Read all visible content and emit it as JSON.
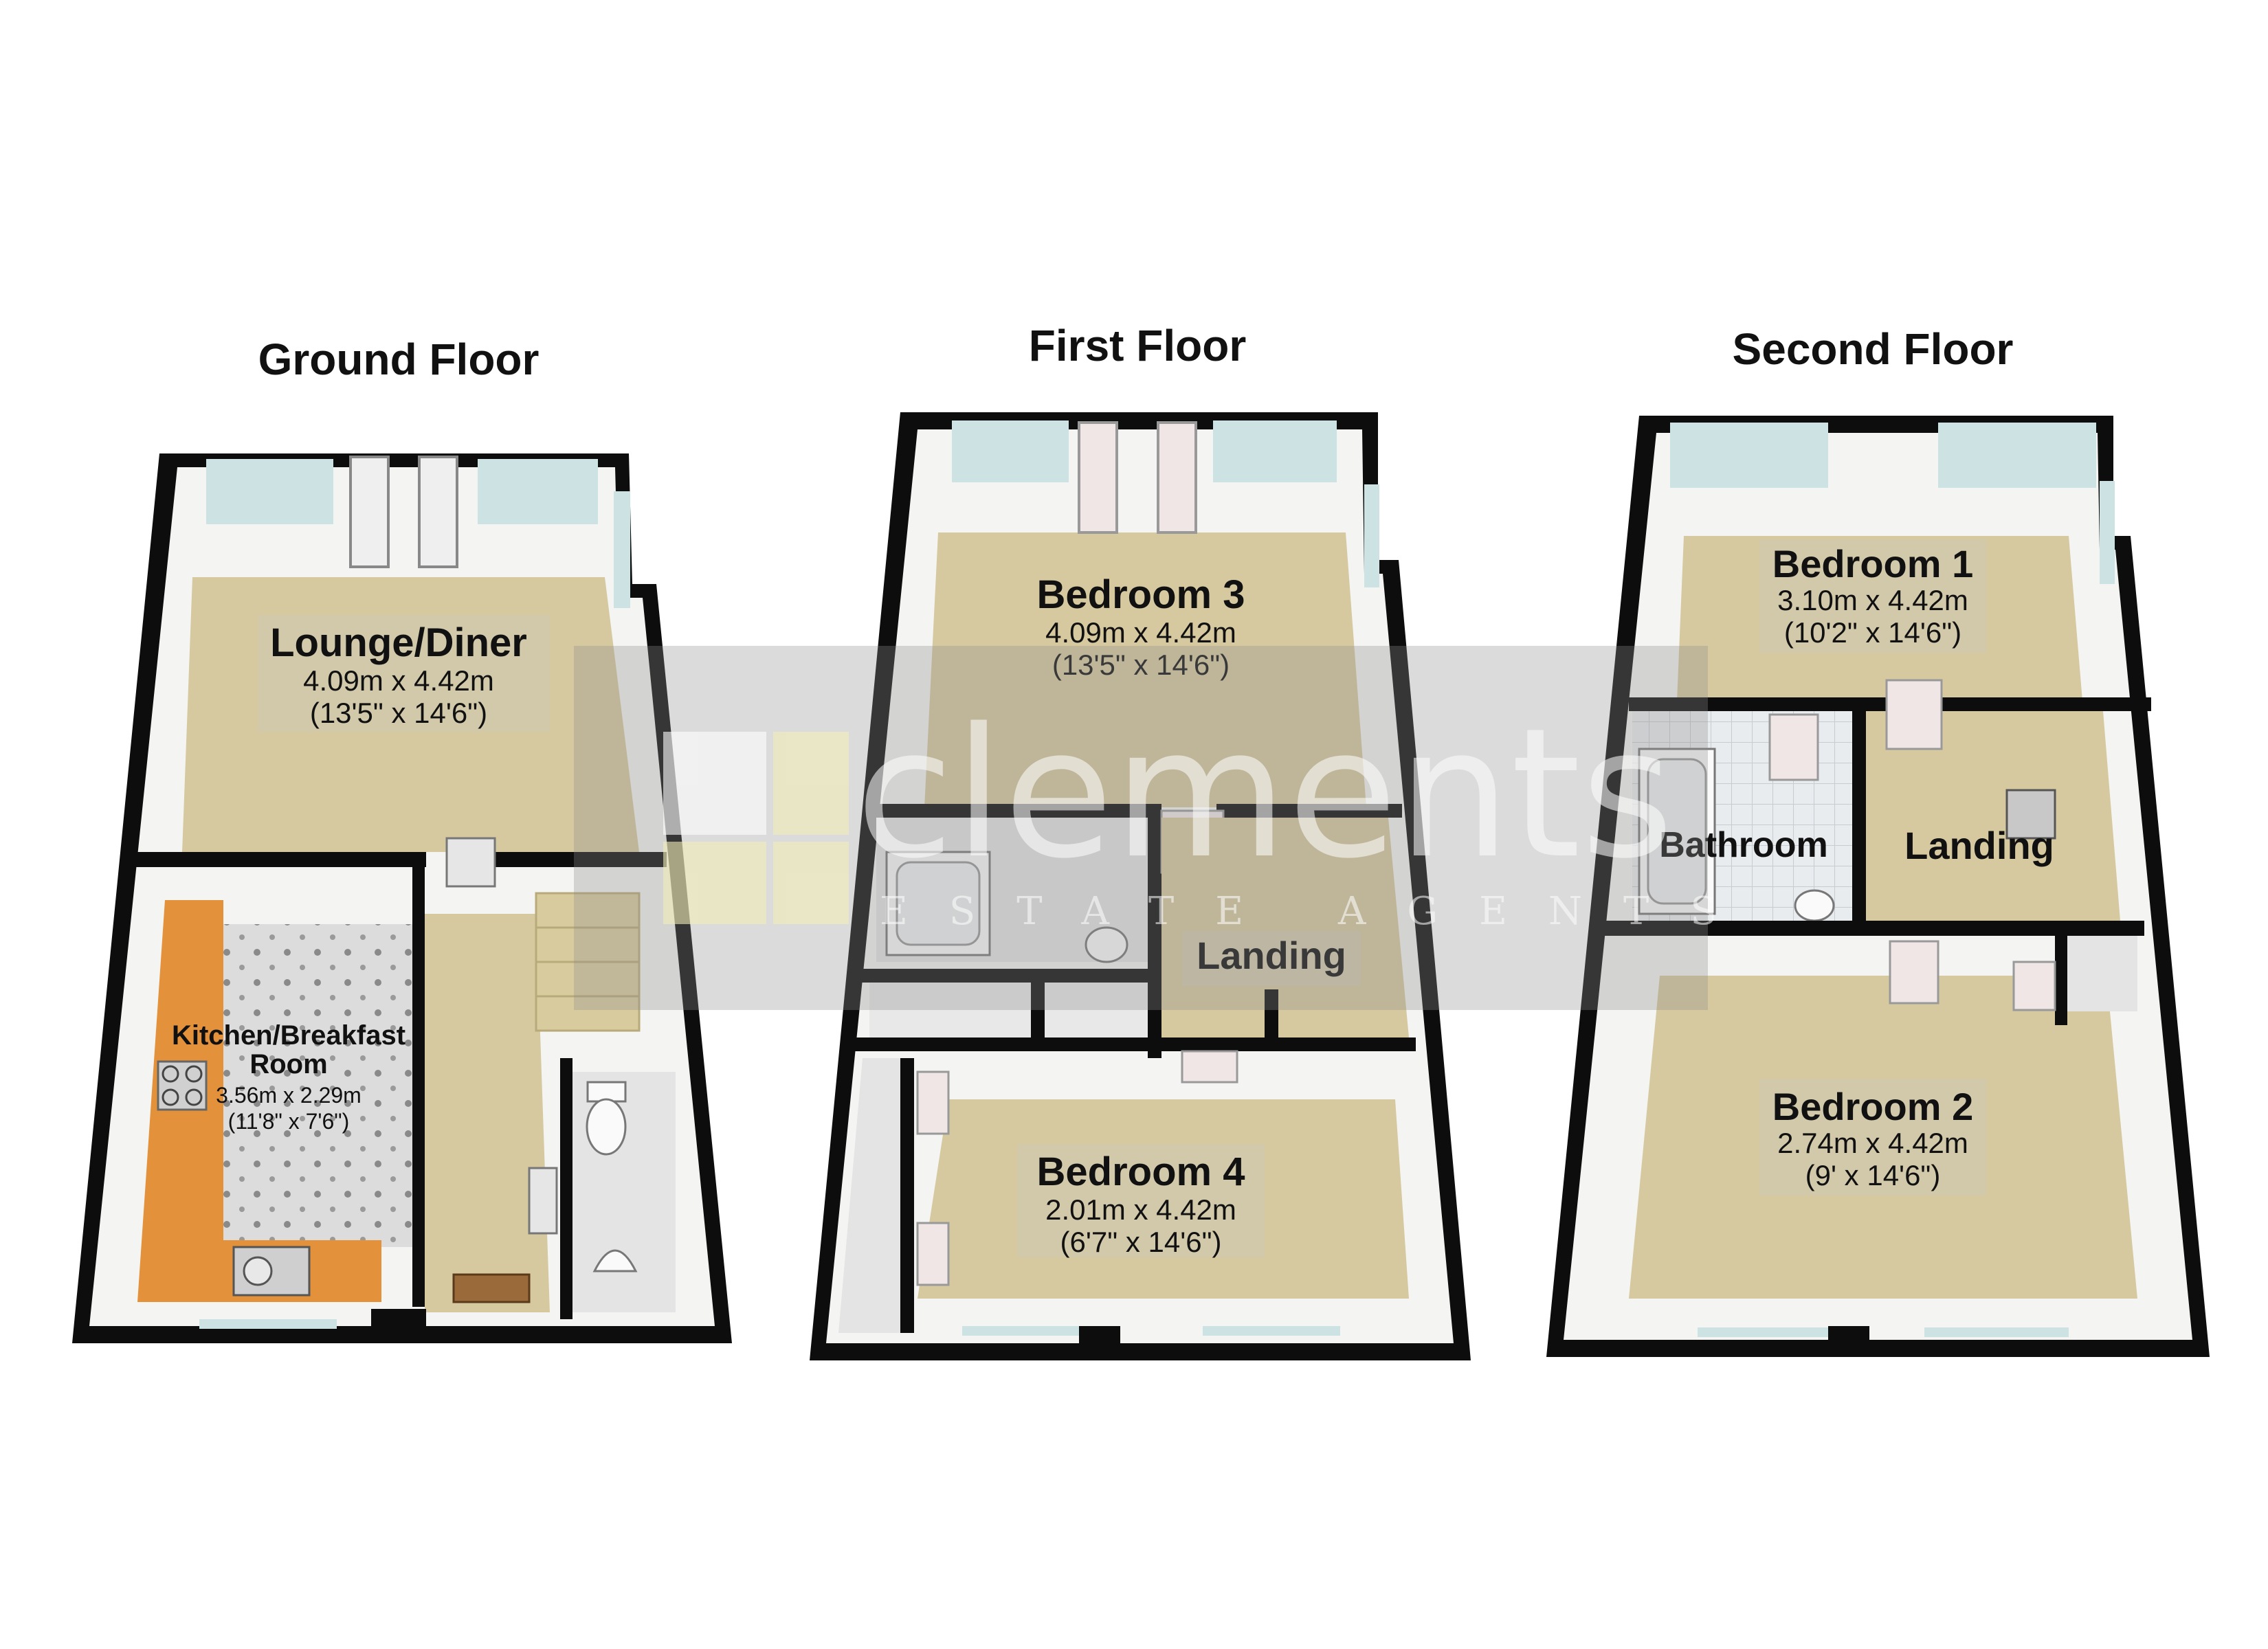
{
  "floors": [
    {
      "title": "Ground Floor",
      "rooms": [
        {
          "name": "Lounge/Diner",
          "metric": "4.09m x 4.42m",
          "imperial": "(13'5\" x 14'6\")"
        },
        {
          "name_line1": "Kitchen/Breakfast",
          "name_line2": "Room",
          "metric": "3.56m x 2.29m",
          "imperial": "(11'8\" x 7'6\")"
        }
      ]
    },
    {
      "title": "First Floor",
      "rooms": [
        {
          "name": "Bedroom 3",
          "metric": "4.09m x 4.42m",
          "imperial": "(13'5\" x 14'6\")"
        },
        {
          "name": "Landing"
        },
        {
          "name": "Bedroom 4",
          "metric": "2.01m x 4.42m",
          "imperial": "(6'7\" x 14'6\")"
        }
      ]
    },
    {
      "title": "Second Floor",
      "rooms": [
        {
          "name": "Bedroom 1",
          "metric": "3.10m x 4.42m",
          "imperial": "(10'2\" x 14'6\")"
        },
        {
          "name": "Bathroom"
        },
        {
          "name": "Landing"
        },
        {
          "name": "Bedroom 2",
          "metric": "2.74m x 4.42m",
          "imperial": "(9' x 14'6\")"
        }
      ]
    }
  ],
  "watermark": {
    "brand": "clements",
    "tagline": "ESTATE AGENTS"
  },
  "colors": {
    "wall": "#0d0d0d",
    "wall_inner": "#f4f4f2",
    "carpet": "#d6c9a0",
    "kitchen_floor": "#d9d9d9",
    "worktop": "#e3913a",
    "window": "#cde3e3",
    "watermark_box": "#9a9a9a",
    "watermark_yellow": "#f2eeb8"
  }
}
